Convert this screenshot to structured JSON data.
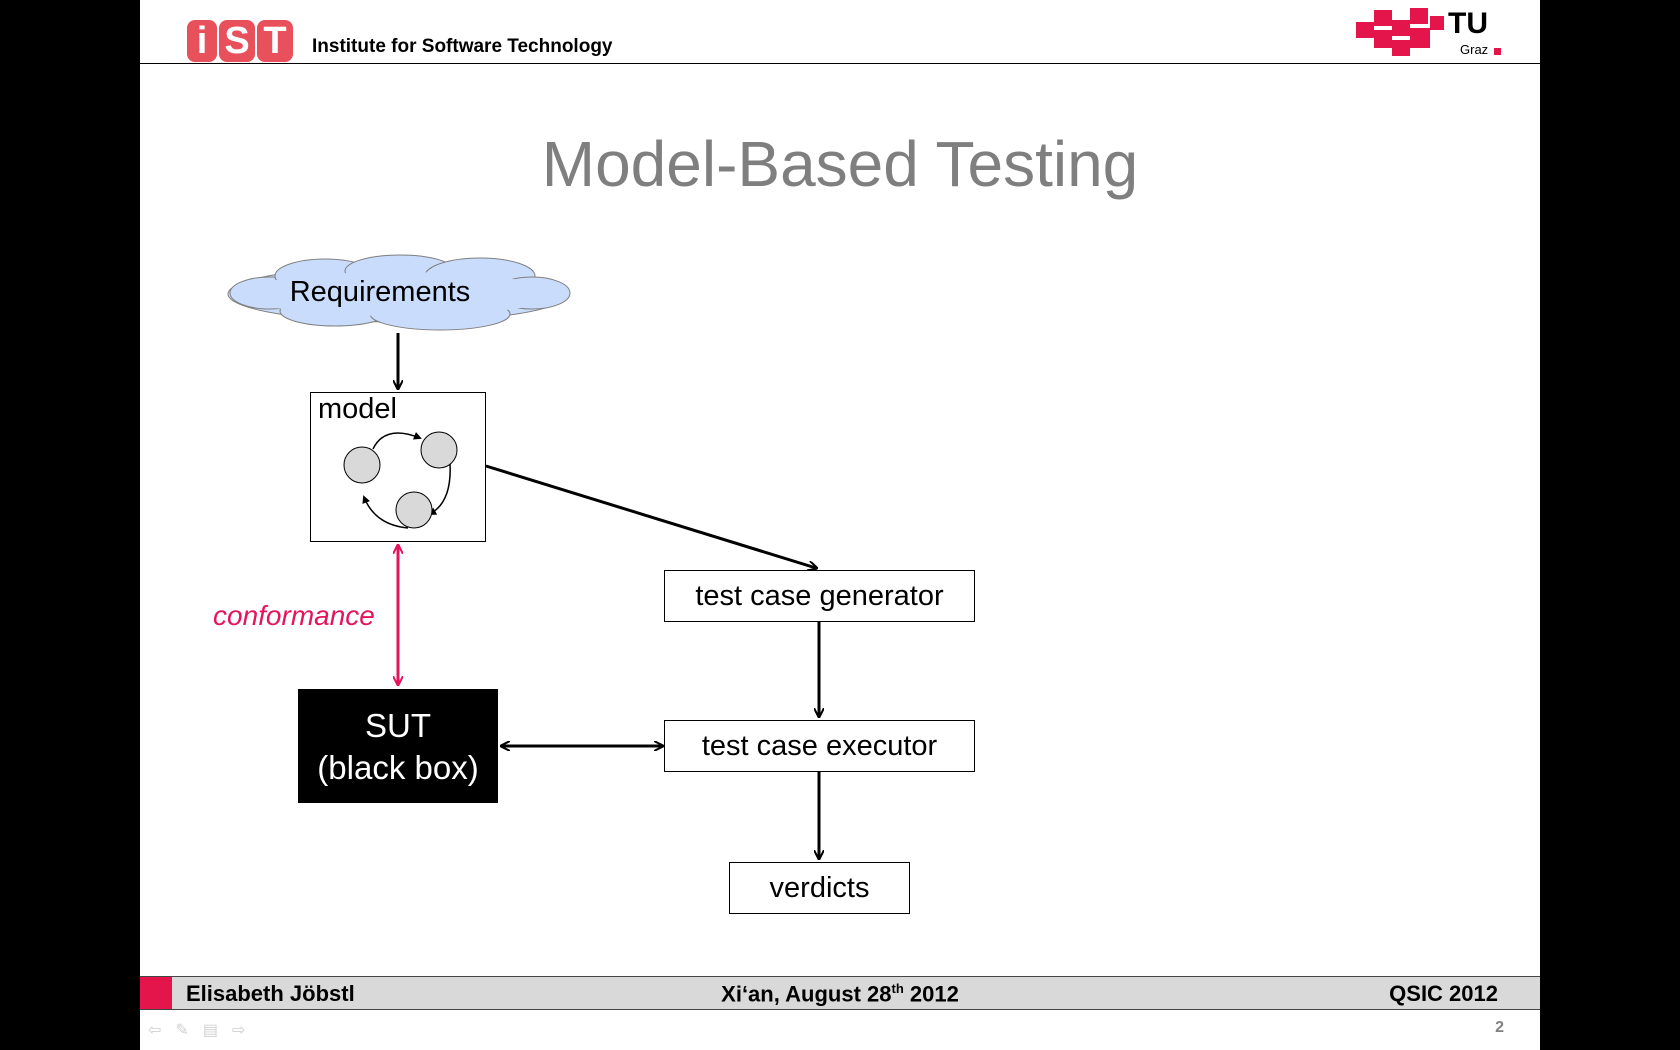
{
  "header": {
    "logo_left": [
      "i",
      "S",
      "T"
    ],
    "institute": "Institute for Software Technology",
    "logo_right": {
      "tu": "TU",
      "graz": "Graz"
    },
    "colors": {
      "ist_red": "#e8505b",
      "tu_red": "#e4154b"
    }
  },
  "title": "Model-Based Testing",
  "diagram": {
    "cloud": "Requirements",
    "model": "model",
    "test_case_generator": "test case generator",
    "sut_line1": "SUT",
    "sut_line2": "(black box)",
    "test_case_executor": "test case executor",
    "verdicts": "verdicts",
    "conformance": "conformance",
    "colors": {
      "cloud_fill": "#c9dcfc",
      "conformance": "#e4155b",
      "state_fill": "#d9d9d9"
    }
  },
  "footer": {
    "author": "Elisabeth Jöbstl",
    "place_prefix": "Xi‘an, August 28",
    "place_sup": "th",
    "place_suffix": " 2012",
    "conference": "QSIC 2012",
    "page_number": "2"
  },
  "nav_icons": [
    "back-arrow-icon",
    "pen-icon",
    "menu-icon",
    "forward-arrow-icon"
  ]
}
